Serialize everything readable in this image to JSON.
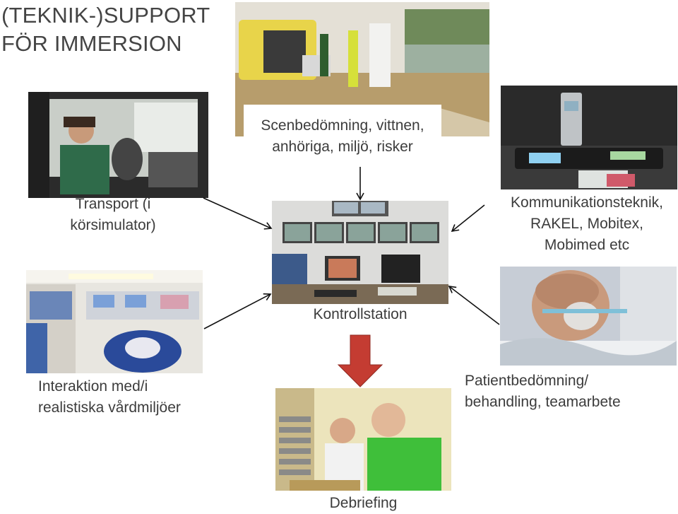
{
  "title": {
    "line1": "(TEKNIK-)SUPPORT",
    "line2": "FÖR IMMERSION"
  },
  "labels": {
    "scene_line1": "Scenbedömning, vittnen,",
    "scene_line2": "anhöriga, miljö, risker",
    "transport_line1": "Transport (i",
    "transport_line2": "körsimulator)",
    "comm_line1": "Kommunikationsteknik,",
    "comm_line2": "RAKEL, Mobitex,",
    "comm_line3": "Mobimed etc",
    "control": "Kontrollstation",
    "interaction_line1": "Interaktion med/i",
    "interaction_line2": "realistiska vårdmiljöer",
    "patient_line1": "Patientbedömning/",
    "patient_line2": "behandling, teamarbete",
    "debrief": "Debriefing"
  },
  "colors": {
    "arrow": "#111111",
    "big_arrow": "#c0392b",
    "text": "#3c3c3c"
  }
}
